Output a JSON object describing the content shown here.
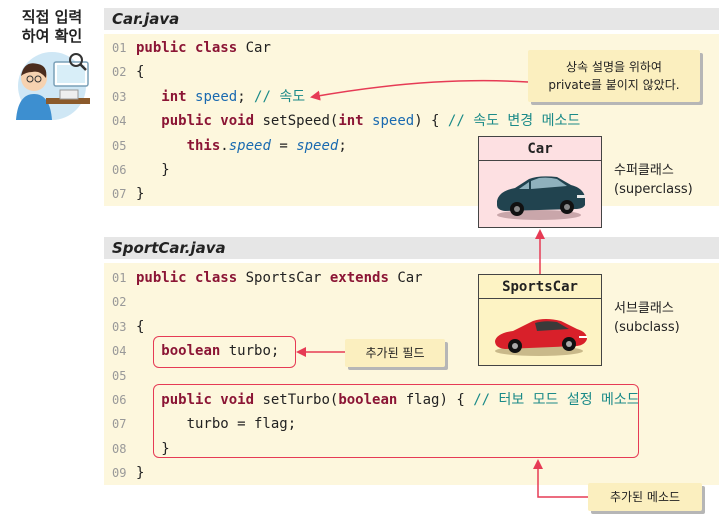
{
  "badge": {
    "line1": "직접 입력",
    "line2": "하여 확인"
  },
  "car_file": {
    "title": "Car.java",
    "lines": [
      {
        "no": "01",
        "tokens": [
          {
            "t": "public class",
            "c": "kw"
          },
          {
            "t": " Car",
            "c": ""
          }
        ]
      },
      {
        "no": "02",
        "tokens": [
          {
            "t": "{",
            "c": ""
          }
        ]
      },
      {
        "no": "03",
        "tokens": [
          {
            "t": "   ",
            "c": ""
          },
          {
            "t": "int",
            "c": "kw"
          },
          {
            "t": " ",
            "c": ""
          },
          {
            "t": "speed",
            "c": "ty"
          },
          {
            "t": "; ",
            "c": ""
          },
          {
            "t": "// 속도",
            "c": "cm"
          }
        ]
      },
      {
        "no": "04",
        "tokens": [
          {
            "t": "   ",
            "c": ""
          },
          {
            "t": "public void",
            "c": "kw"
          },
          {
            "t": " setSpeed(",
            "c": ""
          },
          {
            "t": "int",
            "c": "kw"
          },
          {
            "t": " ",
            "c": ""
          },
          {
            "t": "speed",
            "c": "ty"
          },
          {
            "t": ") { ",
            "c": ""
          },
          {
            "t": "// 속도 변경 메소드",
            "c": "cm"
          }
        ]
      },
      {
        "no": "05",
        "tokens": [
          {
            "t": "      ",
            "c": ""
          },
          {
            "t": "this",
            "c": "kw"
          },
          {
            "t": ".",
            "c": ""
          },
          {
            "t": "speed",
            "c": "it"
          },
          {
            "t": " = ",
            "c": ""
          },
          {
            "t": "speed",
            "c": "it"
          },
          {
            "t": ";",
            "c": ""
          }
        ]
      },
      {
        "no": "06",
        "tokens": [
          {
            "t": "   }",
            "c": ""
          }
        ]
      },
      {
        "no": "07",
        "tokens": [
          {
            "t": "}",
            "c": ""
          }
        ]
      }
    ]
  },
  "sportscar_file": {
    "title": "SportCar.java",
    "lines": [
      {
        "no": "01",
        "tokens": [
          {
            "t": "public class",
            "c": "kw"
          },
          {
            "t": " SportsCar ",
            "c": ""
          },
          {
            "t": "extends",
            "c": "kw"
          },
          {
            "t": " Car",
            "c": ""
          }
        ]
      },
      {
        "no": "02",
        "tokens": []
      },
      {
        "no": "03",
        "tokens": [
          {
            "t": "{",
            "c": ""
          }
        ]
      },
      {
        "no": "04",
        "tokens": [
          {
            "t": "   ",
            "c": ""
          },
          {
            "t": "boolean",
            "c": "kw"
          },
          {
            "t": " turbo;",
            "c": ""
          }
        ]
      },
      {
        "no": "05",
        "tokens": []
      },
      {
        "no": "06",
        "tokens": [
          {
            "t": "   ",
            "c": ""
          },
          {
            "t": "public void",
            "c": "kw"
          },
          {
            "t": " setTurbo(",
            "c": ""
          },
          {
            "t": "boolean",
            "c": "kw"
          },
          {
            "t": " flag) { ",
            "c": ""
          },
          {
            "t": "// 터보 모드 설정 메소드",
            "c": "cm"
          }
        ]
      },
      {
        "no": "07",
        "tokens": [
          {
            "t": "      turbo = flag;",
            "c": ""
          }
        ]
      },
      {
        "no": "08",
        "tokens": [
          {
            "t": "   }",
            "c": ""
          }
        ]
      },
      {
        "no": "09",
        "tokens": [
          {
            "t": "}",
            "c": ""
          }
        ]
      }
    ]
  },
  "callouts": {
    "private_note_1": "상속 설명을 위하여",
    "private_note_2": "private를 붙이지 않았다.",
    "added_field": "추가된 필드",
    "added_method": "추가된 메소드"
  },
  "superclass": {
    "name": "Car",
    "label1": "수퍼클래스",
    "label2": "(superclass)"
  },
  "subclass": {
    "name": "SportsCar",
    "label1": "서브클래스",
    "label2": "(subclass)"
  },
  "colors": {
    "accent": "#e63b55",
    "code_bg": "#fdf7dd",
    "callout_bg": "#fbefbf",
    "car_body": "#21434f",
    "sportscar_body": "#d8202a"
  }
}
